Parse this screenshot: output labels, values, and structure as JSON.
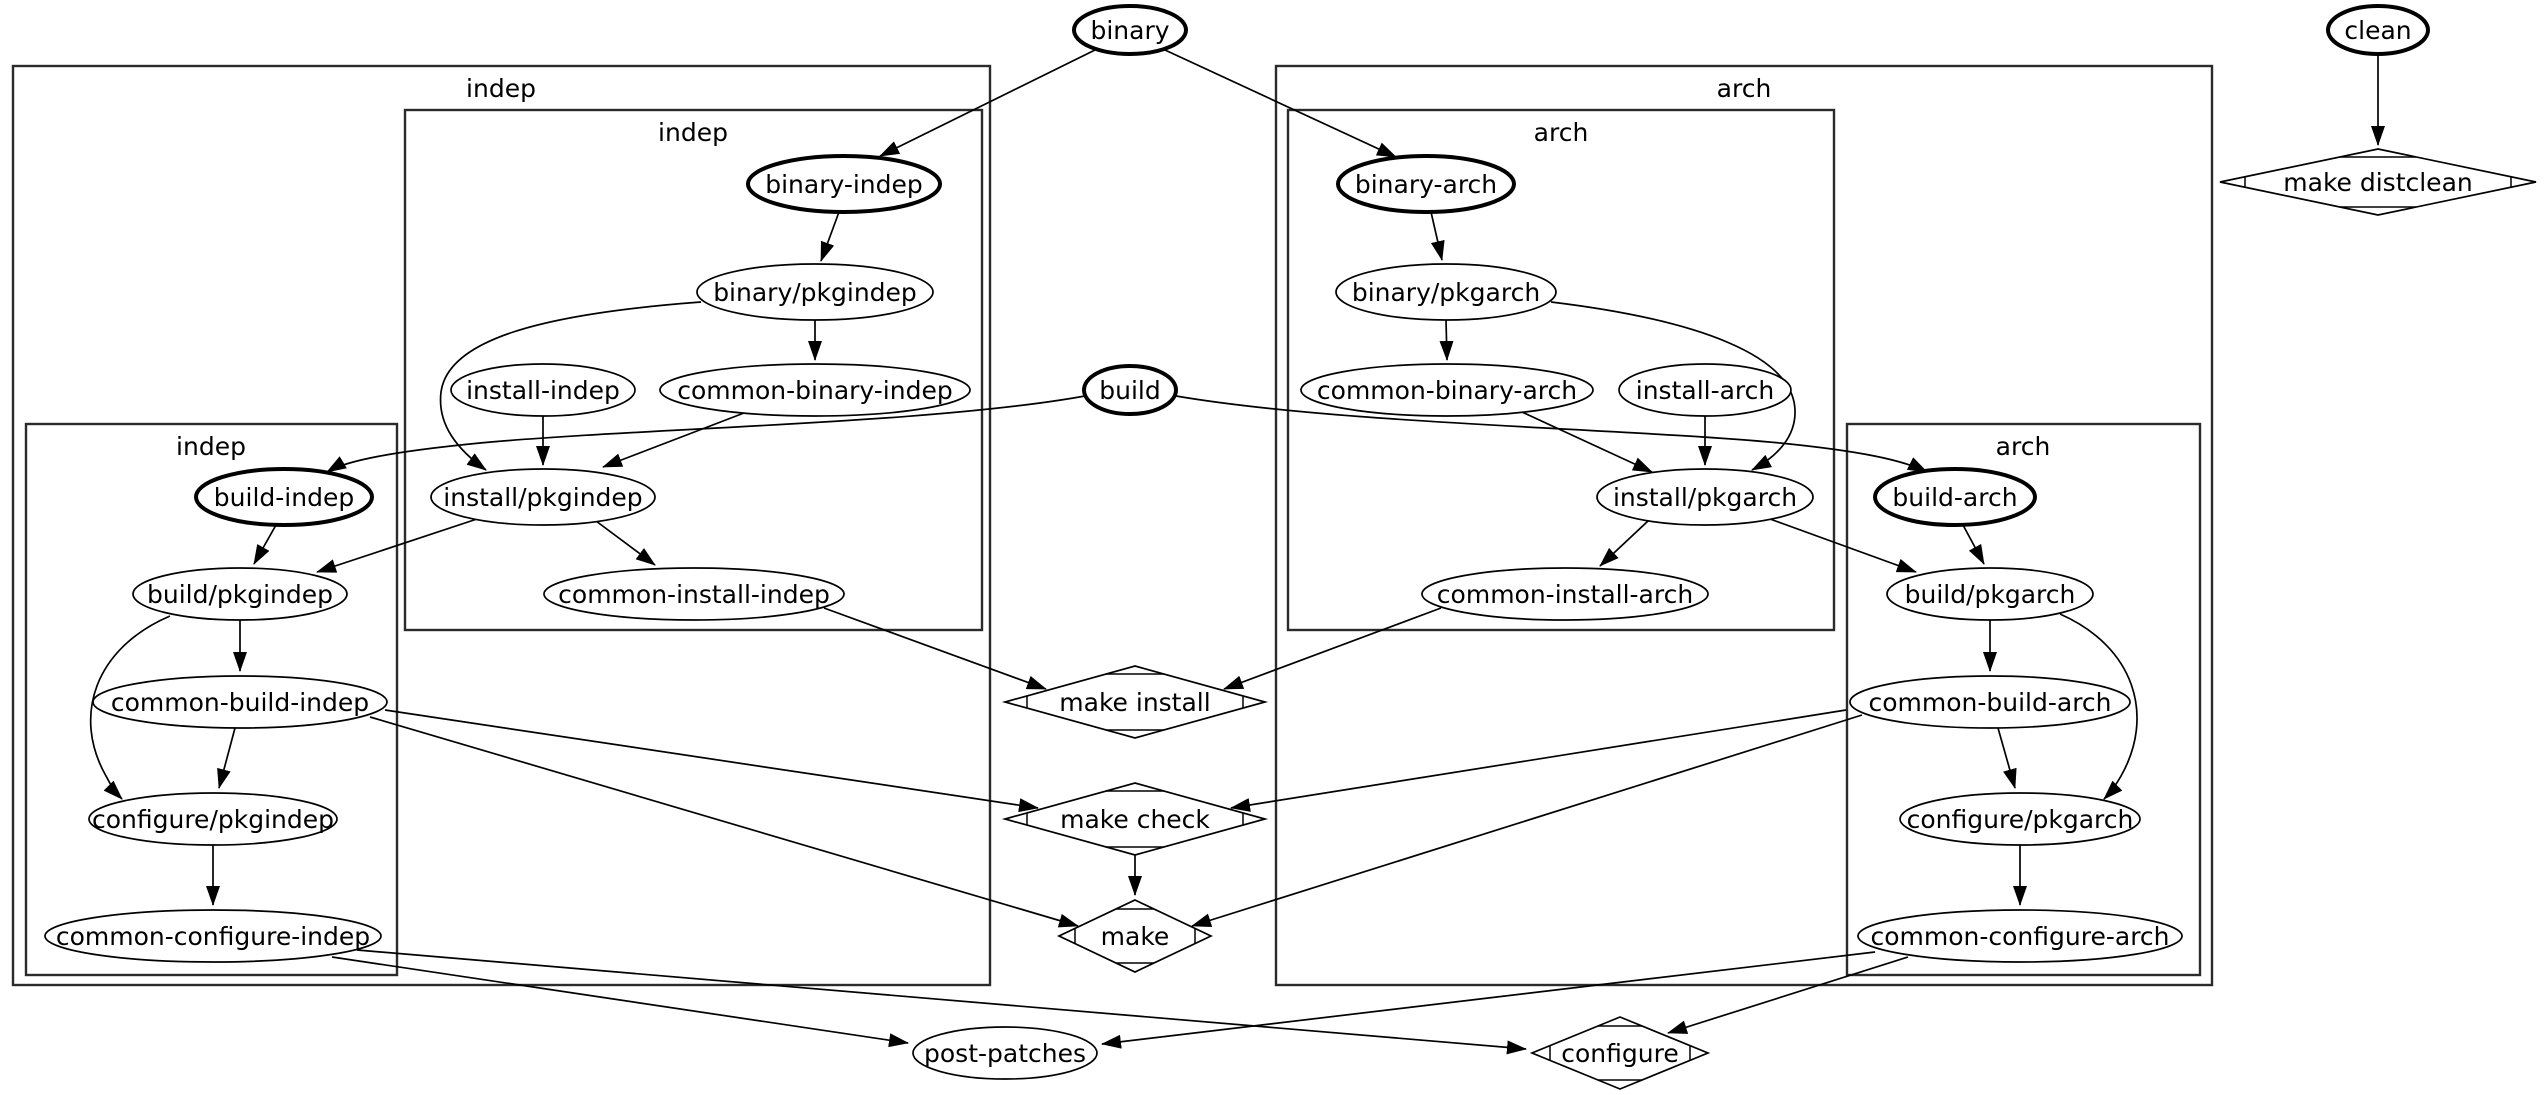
{
  "graph": {
    "background_color": "#ffffff",
    "stroke_color": "#000000",
    "clusters": [
      {
        "id": "indep-outer",
        "label": "indep"
      },
      {
        "id": "indep-binary",
        "label": "indep"
      },
      {
        "id": "indep-build",
        "label": "indep"
      },
      {
        "id": "arch-outer",
        "label": "arch"
      },
      {
        "id": "arch-binary",
        "label": "arch"
      },
      {
        "id": "arch-build",
        "label": "arch"
      }
    ],
    "nodes": [
      {
        "id": "binary",
        "label": "binary",
        "shape": "ellipse",
        "bold": true
      },
      {
        "id": "clean",
        "label": "clean",
        "shape": "ellipse",
        "bold": true
      },
      {
        "id": "make-distclean",
        "label": "make distclean",
        "shape": "diamond",
        "bold": false
      },
      {
        "id": "binary-indep",
        "label": "binary-indep",
        "shape": "ellipse",
        "bold": true
      },
      {
        "id": "binary-arch",
        "label": "binary-arch",
        "shape": "ellipse",
        "bold": true
      },
      {
        "id": "binary-pkgindep",
        "label": "binary/pkgindep",
        "shape": "ellipse",
        "bold": false
      },
      {
        "id": "binary-pkgarch",
        "label": "binary/pkgarch",
        "shape": "ellipse",
        "bold": false
      },
      {
        "id": "install-indep",
        "label": "install-indep",
        "shape": "ellipse",
        "bold": false
      },
      {
        "id": "common-binary-indep",
        "label": "common-binary-indep",
        "shape": "ellipse",
        "bold": false
      },
      {
        "id": "build",
        "label": "build",
        "shape": "ellipse",
        "bold": true
      },
      {
        "id": "common-binary-arch",
        "label": "common-binary-arch",
        "shape": "ellipse",
        "bold": false
      },
      {
        "id": "install-arch",
        "label": "install-arch",
        "shape": "ellipse",
        "bold": false
      },
      {
        "id": "build-indep",
        "label": "build-indep",
        "shape": "ellipse",
        "bold": true
      },
      {
        "id": "install-pkgindep",
        "label": "install/pkgindep",
        "shape": "ellipse",
        "bold": false
      },
      {
        "id": "install-pkgarch",
        "label": "install/pkgarch",
        "shape": "ellipse",
        "bold": false
      },
      {
        "id": "build-arch",
        "label": "build-arch",
        "shape": "ellipse",
        "bold": true
      },
      {
        "id": "build-pkgindep",
        "label": "build/pkgindep",
        "shape": "ellipse",
        "bold": false
      },
      {
        "id": "common-install-indep",
        "label": "common-install-indep",
        "shape": "ellipse",
        "bold": false
      },
      {
        "id": "common-install-arch",
        "label": "common-install-arch",
        "shape": "ellipse",
        "bold": false
      },
      {
        "id": "build-pkgarch",
        "label": "build/pkgarch",
        "shape": "ellipse",
        "bold": false
      },
      {
        "id": "common-build-indep",
        "label": "common-build-indep",
        "shape": "ellipse",
        "bold": false
      },
      {
        "id": "make-install",
        "label": "make install",
        "shape": "diamond",
        "bold": false
      },
      {
        "id": "common-build-arch",
        "label": "common-build-arch",
        "shape": "ellipse",
        "bold": false
      },
      {
        "id": "configure-pkgindep",
        "label": "configure/pkgindep",
        "shape": "ellipse",
        "bold": false
      },
      {
        "id": "make-check",
        "label": "make check",
        "shape": "diamond",
        "bold": false
      },
      {
        "id": "configure-pkgarch",
        "label": "configure/pkgarch",
        "shape": "ellipse",
        "bold": false
      },
      {
        "id": "common-configure-indep",
        "label": "common-configure-indep",
        "shape": "ellipse",
        "bold": false
      },
      {
        "id": "make",
        "label": "make",
        "shape": "diamond",
        "bold": false
      },
      {
        "id": "common-configure-arch",
        "label": "common-configure-arch",
        "shape": "ellipse",
        "bold": false
      },
      {
        "id": "post-patches",
        "label": "post-patches",
        "shape": "ellipse",
        "bold": false
      },
      {
        "id": "configure",
        "label": "configure",
        "shape": "diamond",
        "bold": false
      }
    ],
    "edges": [
      {
        "from": "binary",
        "to": "binary-indep"
      },
      {
        "from": "binary",
        "to": "binary-arch"
      },
      {
        "from": "clean",
        "to": "make-distclean"
      },
      {
        "from": "binary-indep",
        "to": "binary-pkgindep"
      },
      {
        "from": "binary-pkgindep",
        "to": "common-binary-indep"
      },
      {
        "from": "binary-pkgindep",
        "to": "install-pkgindep"
      },
      {
        "from": "install-indep",
        "to": "install-pkgindep"
      },
      {
        "from": "common-binary-indep",
        "to": "install-pkgindep"
      },
      {
        "from": "build",
        "to": "build-indep"
      },
      {
        "from": "build-indep",
        "to": "build-pkgindep"
      },
      {
        "from": "install-pkgindep",
        "to": "build-pkgindep"
      },
      {
        "from": "install-pkgindep",
        "to": "common-install-indep"
      },
      {
        "from": "build-pkgindep",
        "to": "common-build-indep"
      },
      {
        "from": "build-pkgindep",
        "to": "configure-pkgindep"
      },
      {
        "from": "common-build-indep",
        "to": "configure-pkgindep"
      },
      {
        "from": "configure-pkgindep",
        "to": "common-configure-indep"
      },
      {
        "from": "binary-arch",
        "to": "binary-pkgarch"
      },
      {
        "from": "binary-pkgarch",
        "to": "common-binary-arch"
      },
      {
        "from": "binary-pkgarch",
        "to": "install-pkgarch"
      },
      {
        "from": "install-arch",
        "to": "install-pkgarch"
      },
      {
        "from": "common-binary-arch",
        "to": "install-pkgarch"
      },
      {
        "from": "build",
        "to": "build-arch"
      },
      {
        "from": "build-arch",
        "to": "build-pkgarch"
      },
      {
        "from": "install-pkgarch",
        "to": "build-pkgarch"
      },
      {
        "from": "install-pkgarch",
        "to": "common-install-arch"
      },
      {
        "from": "build-pkgarch",
        "to": "common-build-arch"
      },
      {
        "from": "build-pkgarch",
        "to": "configure-pkgarch"
      },
      {
        "from": "common-build-arch",
        "to": "configure-pkgarch"
      },
      {
        "from": "configure-pkgarch",
        "to": "common-configure-arch"
      },
      {
        "from": "common-install-indep",
        "to": "make-install"
      },
      {
        "from": "common-install-arch",
        "to": "make-install"
      },
      {
        "from": "common-build-indep",
        "to": "make-check"
      },
      {
        "from": "common-build-arch",
        "to": "make-check"
      },
      {
        "from": "make-check",
        "to": "make"
      },
      {
        "from": "common-build-indep",
        "to": "make"
      },
      {
        "from": "common-build-arch",
        "to": "make"
      },
      {
        "from": "common-configure-indep",
        "to": "post-patches"
      },
      {
        "from": "common-configure-indep",
        "to": "configure"
      },
      {
        "from": "common-configure-arch",
        "to": "post-patches"
      },
      {
        "from": "common-configure-arch",
        "to": "configure"
      }
    ]
  }
}
